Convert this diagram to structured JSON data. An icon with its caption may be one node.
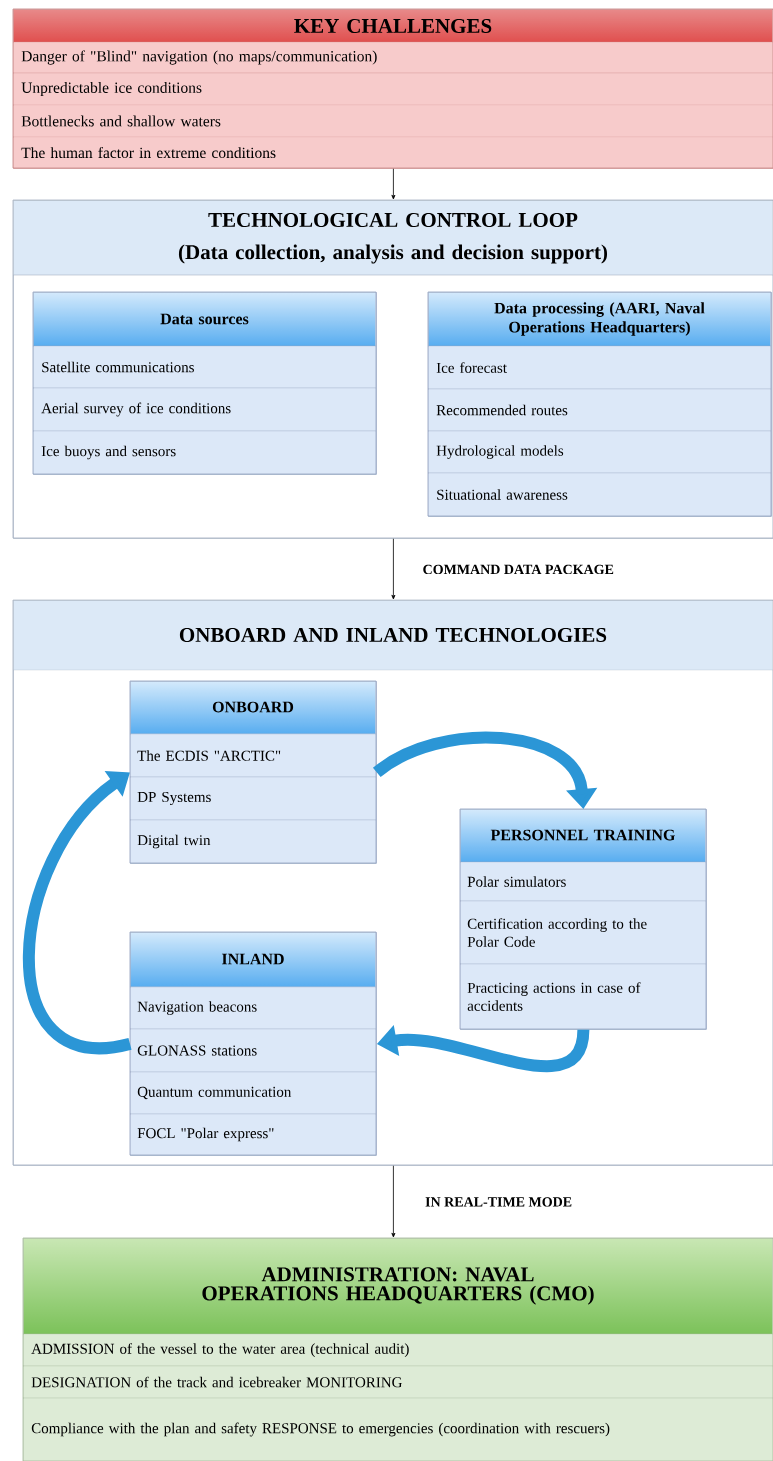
{
  "diagram": {
    "nodes": [
      {
        "text": [
          "KEY CHALLENGES",
          "Danger of \"Blind\" navigation (no maps/communication)",
          "Unpredictable ice conditions",
          "Bottlenecks and shallow waters",
          "The human factor in extreme conditions"
        ]
      },
      {
        "text": [
          "TECHNOLOGICAL CONTROL LOOP",
          "(Data collection, analysis and decision support)"
        ]
      },
      {
        "text": [
          "Data sources",
          "Satellite communications",
          "Aerial survey of ice conditions",
          "Ice buoys and sensors"
        ],
        "in": 1
      },
      {
        "text": [
          "Data processing (AARI, Naval Operations Headquarters)",
          "Ice forecast",
          "Recommended routes",
          "Hydrological models",
          "Situational awareness"
        ],
        "in": 1
      },
      {
        "text": [
          "ONBOARD AND INLAND TECHNOLOGIES"
        ]
      },
      {
        "text": [
          "ONBOARD",
          "The ECDIS \"ARCTIC\"",
          "DP Systems",
          "Digital twin"
        ],
        "in": 4
      },
      {
        "text": [
          "PERSONNEL TRAINING",
          "Polar simulators",
          "Certification according to the Polar Code",
          "Practicing actions in case of accidents"
        ],
        "in": 4
      },
      {
        "text": [
          "INLAND",
          "Navigation beacons",
          "GLONASS stations",
          "Quantum communication",
          "FOCL \"Polar express\""
        ],
        "in": 4
      },
      {
        "text": [
          "ADMINISTRATION: NAVAL OPERATIONS HEADQUARTERS (CMO)",
          "ADMISSION of the vessel to the water area (technical audit)",
          "DESIGNATION of the track and icebreaker MONITORING",
          "Compliance with the plan and safety RESPONSE to emergencies (coordination with rescuers)"
        ]
      }
    ],
    "edges": [
      {
        "from": 0,
        "to": 1,
        "arrow": "to"
      },
      {
        "from": 1,
        "to": 4,
        "arrow": "to",
        "label": "COMMAND DATA PACKAGE"
      },
      {
        "from": 5,
        "to": 6,
        "arrow": "to",
        "style": "thick",
        "color": "#2b96d6"
      },
      {
        "from": 6,
        "to": 7,
        "arrow": "to",
        "style": "thick",
        "color": "#2b96d6"
      },
      {
        "from": 7,
        "to": 5,
        "arrow": "to",
        "style": "thick",
        "color": "#2b96d6"
      },
      {
        "from": 4,
        "to": 8,
        "arrow": "to",
        "label": "IN REAL-TIME MODE"
      }
    ]
  }
}
